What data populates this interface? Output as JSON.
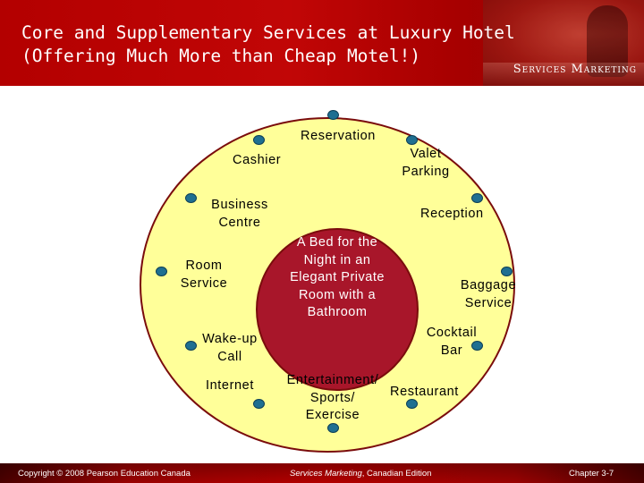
{
  "header": {
    "title": "Core and Supplementary Services at Luxury Hotel\n(Offering Much More than Cheap Motel!)",
    "brand": "Services Marketing"
  },
  "diagram": {
    "core": "A Bed for the\nNight in an\nElegant Private\nRoom with a\nBathroom",
    "services": {
      "reservation": "Reservation",
      "valet_parking": "Valet\nParking",
      "cashier": "Cashier",
      "business_centre": "Business\nCentre",
      "reception": "Reception",
      "room_service": "Room\nService",
      "baggage_service": "Baggage\nService",
      "cocktail_bar": "Cocktail\nBar",
      "wake_up_call": "Wake-up\nCall",
      "internet": "Internet",
      "entertainment": "Entertainment/\nSports/\nExercise",
      "restaurant": "Restaurant"
    },
    "colors": {
      "outer_fill": "#ffff99",
      "inner_fill": "#a8162a",
      "bullet": "#1f6f91",
      "header": "#b30000"
    }
  },
  "footer": {
    "copyright": "Copyright © 2008 Pearson Education Canada",
    "book_title": "Services Marketing",
    "book_edition": ", Canadian Edition",
    "chapter": "Chapter 3-7"
  }
}
